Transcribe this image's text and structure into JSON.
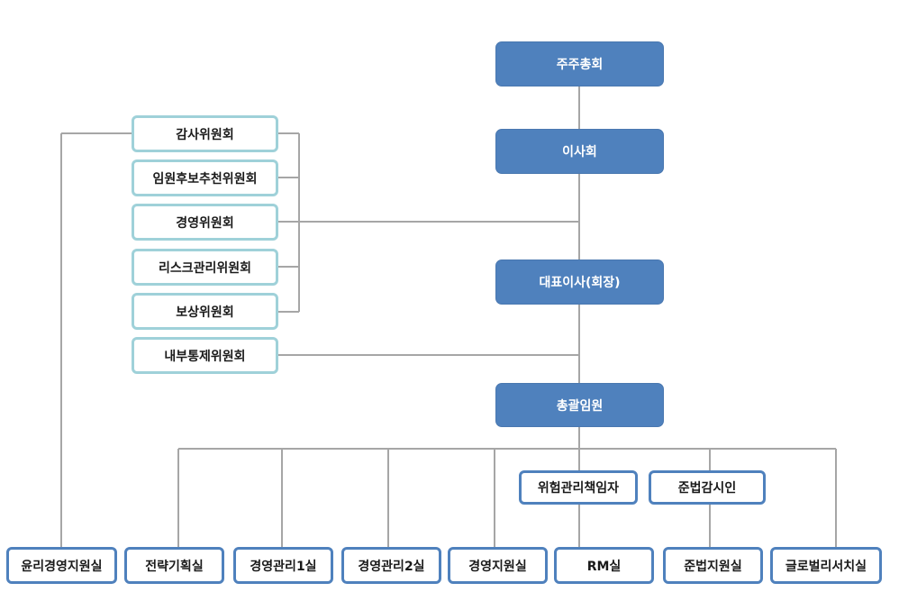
{
  "top": {
    "shareholders": "주주총회",
    "board": "이사회",
    "ceo": "대표이사(회장)",
    "executives": "총괄임원"
  },
  "committees": [
    "감사위원회",
    "임원후보추천위원회",
    "경영위원회",
    "리스크관리위원회",
    "보상위원회",
    "내부통제위원회"
  ],
  "officers": {
    "risk_officer": "위험관리책임자",
    "compliance_officer": "준법감시인"
  },
  "departments": [
    "윤리경영지원실",
    "전략기획실",
    "경영관리1실",
    "경영관리2실",
    "경영지원실",
    "RM실",
    "준법지원실",
    "글로벌리서치실"
  ],
  "colors": {
    "executive_box": "#4f81bd",
    "committee_border": "#9fd1d9",
    "department_border": "#4f81bd",
    "connector": "#a6a6a6"
  }
}
